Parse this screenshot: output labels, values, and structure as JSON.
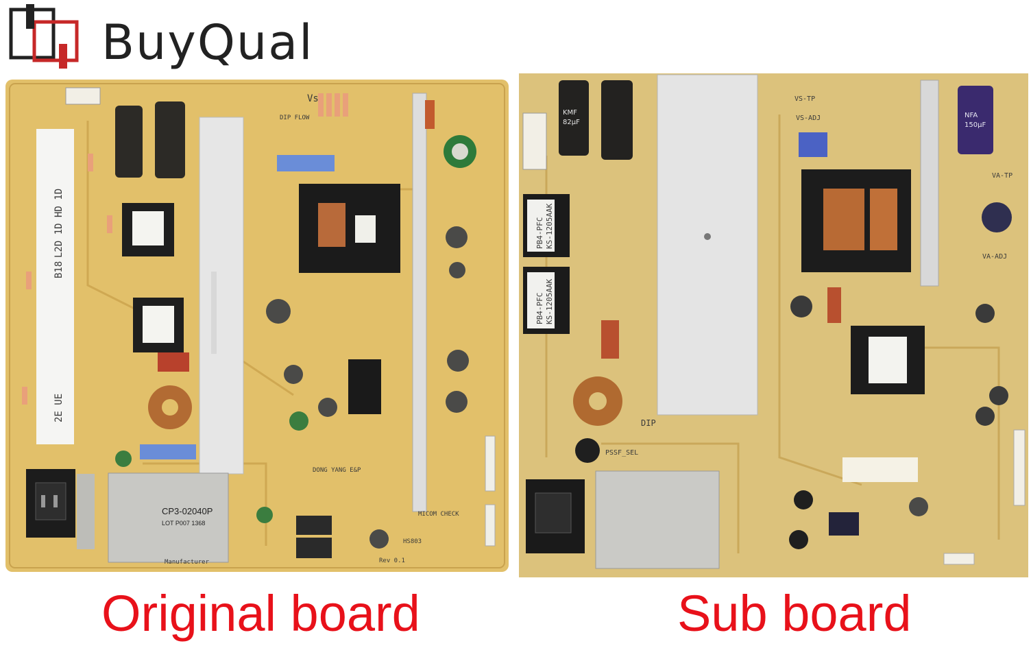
{
  "logo": {
    "text": "BuyQual"
  },
  "captions": {
    "original": "Original board",
    "sub": "Sub board"
  },
  "original_board": {
    "sticker_labels": [
      "L2D 1D HD 1D",
      "B18",
      "2E UE"
    ],
    "cover_part": "CP3-02040P",
    "cover_lot": "LOT P007 1368",
    "manufacturer": "DONG YANG E&P",
    "silkscreen": [
      "DIP FLOW",
      "Vs",
      "Manufacturer",
      "Rev 0.1",
      "MICOM CHECK",
      "HS803"
    ]
  },
  "sub_board": {
    "inductor_labels": [
      "PB4-PFC",
      "KS-1205AAK"
    ],
    "silkscreen": [
      "DIP",
      "VS-TP",
      "VA-TP",
      "VS-ADJ",
      "VA-ADJ",
      "PSSF_SEL"
    ],
    "cap_marks": [
      "KMF",
      "82µF",
      "NFA",
      "150µF"
    ]
  },
  "colors": {
    "caption": "#e8111a",
    "pcb": "#e2c06a",
    "logo_red": "#c62828"
  }
}
